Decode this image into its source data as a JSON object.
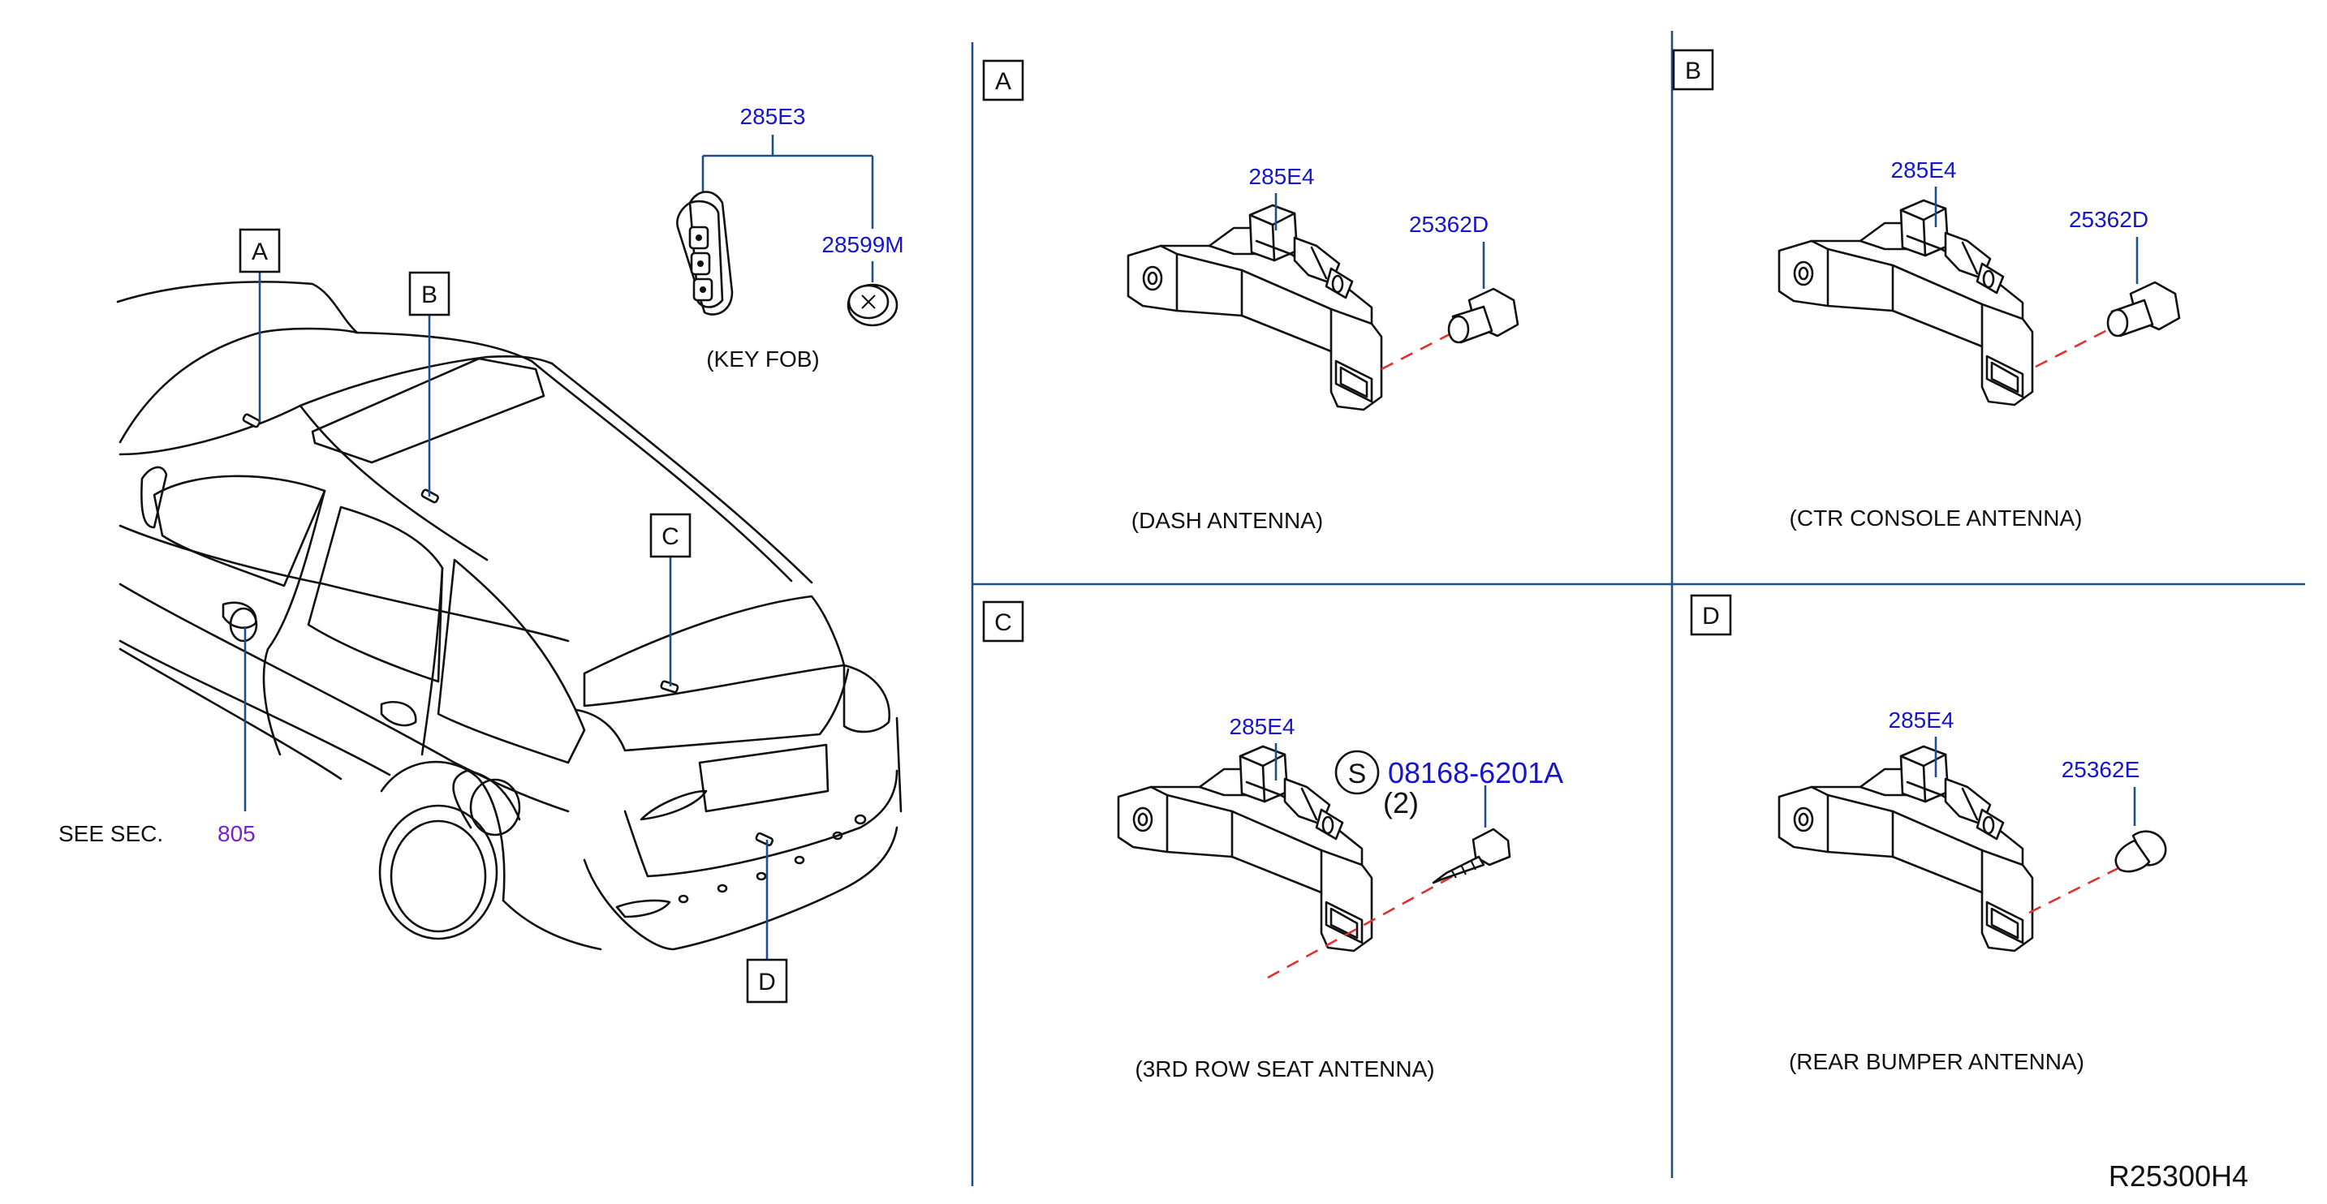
{
  "vehicle": {
    "callouts": [
      "A",
      "B",
      "C",
      "D"
    ],
    "see_sec_label": "SEE   SEC.",
    "see_sec_ref": "805"
  },
  "key_fob": {
    "part_group": "285E3",
    "battery_part": "28599M",
    "caption": "(KEY   FOB)"
  },
  "panels": [
    {
      "id": "A",
      "antenna_part": "285E4",
      "fastener_part": "25362D",
      "caption": "(DASH   ANTENNA)"
    },
    {
      "id": "B",
      "antenna_part": "285E4",
      "fastener_part": "25362D",
      "caption": "(CTR   CONSOLE   ANTENNA)"
    },
    {
      "id": "C",
      "antenna_part": "285E4",
      "fastener_marker": "S",
      "fastener_part": "08168-6201A",
      "fastener_qty": "(2)",
      "caption": "(3RD   ROW   SEAT   ANTENNA)"
    },
    {
      "id": "D",
      "antenna_part": "285E4",
      "fastener_part": "25362E",
      "caption": "(REAR   BUMPER   ANTENNA)"
    }
  ],
  "diagram_code": "R25300H4",
  "colors": {
    "part_number": "#1515cc",
    "section_ref": "#7a1fd1",
    "divider": "#1f4e8c",
    "centerline": "#e03030"
  }
}
